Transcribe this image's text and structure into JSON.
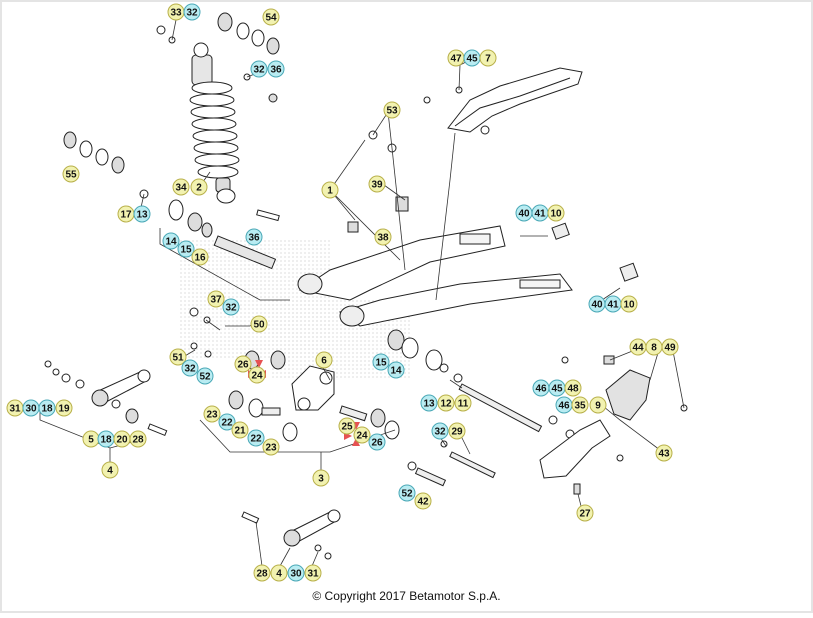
{
  "copyright": "© Copyright 2017 Betamotor S.p.A.",
  "colors": {
    "yellow_callout": "#f2f2b0",
    "cyan_callout": "#b9ecf2",
    "line": "#222222",
    "part_fill": "#ffffff",
    "part_shade": "#cfcfcf",
    "arrow_red": "#e65252"
  },
  "callouts": [
    {
      "label": "33",
      "style": "yellow"
    },
    {
      "label": "32",
      "style": "cyan"
    },
    {
      "label": "54",
      "style": "yellow"
    },
    {
      "label": "32",
      "style": "cyan"
    },
    {
      "label": "36",
      "style": "cyan"
    },
    {
      "label": "47",
      "style": "yellow"
    },
    {
      "label": "45",
      "style": "cyan"
    },
    {
      "label": "7",
      "style": "yellow"
    },
    {
      "label": "53",
      "style": "yellow"
    },
    {
      "label": "55",
      "style": "yellow"
    },
    {
      "label": "34",
      "style": "yellow"
    },
    {
      "label": "2",
      "style": "yellow"
    },
    {
      "label": "1",
      "style": "yellow"
    },
    {
      "label": "39",
      "style": "yellow"
    },
    {
      "label": "17",
      "style": "yellow"
    },
    {
      "label": "13",
      "style": "cyan"
    },
    {
      "label": "40",
      "style": "cyan"
    },
    {
      "label": "41",
      "style": "cyan"
    },
    {
      "label": "10",
      "style": "yellow"
    },
    {
      "label": "14",
      "style": "cyan"
    },
    {
      "label": "15",
      "style": "cyan"
    },
    {
      "label": "16",
      "style": "yellow"
    },
    {
      "label": "36",
      "style": "cyan"
    },
    {
      "label": "38",
      "style": "yellow"
    },
    {
      "label": "40",
      "style": "cyan"
    },
    {
      "label": "41",
      "style": "cyan"
    },
    {
      "label": "10",
      "style": "yellow"
    },
    {
      "label": "37",
      "style": "yellow"
    },
    {
      "label": "32",
      "style": "cyan"
    },
    {
      "label": "50",
      "style": "yellow"
    },
    {
      "label": "51",
      "style": "yellow"
    },
    {
      "label": "32",
      "style": "cyan"
    },
    {
      "label": "52",
      "style": "cyan"
    },
    {
      "label": "26",
      "style": "yellow"
    },
    {
      "label": "24",
      "style": "yellow"
    },
    {
      "label": "6",
      "style": "yellow"
    },
    {
      "label": "15",
      "style": "cyan"
    },
    {
      "label": "14",
      "style": "cyan"
    },
    {
      "label": "44",
      "style": "yellow"
    },
    {
      "label": "8",
      "style": "yellow"
    },
    {
      "label": "49",
      "style": "yellow"
    },
    {
      "label": "46",
      "style": "cyan"
    },
    {
      "label": "45",
      "style": "cyan"
    },
    {
      "label": "48",
      "style": "yellow"
    },
    {
      "label": "46",
      "style": "cyan"
    },
    {
      "label": "35",
      "style": "yellow"
    },
    {
      "label": "9",
      "style": "yellow"
    },
    {
      "label": "31",
      "style": "yellow"
    },
    {
      "label": "30",
      "style": "cyan"
    },
    {
      "label": "18",
      "style": "cyan"
    },
    {
      "label": "19",
      "style": "yellow"
    },
    {
      "label": "13",
      "style": "cyan"
    },
    {
      "label": "12",
      "style": "yellow"
    },
    {
      "label": "11",
      "style": "yellow"
    },
    {
      "label": "23",
      "style": "yellow"
    },
    {
      "label": "22",
      "style": "cyan"
    },
    {
      "label": "21",
      "style": "yellow"
    },
    {
      "label": "22",
      "style": "cyan"
    },
    {
      "label": "23",
      "style": "yellow"
    },
    {
      "label": "25",
      "style": "yellow"
    },
    {
      "label": "24",
      "style": "yellow"
    },
    {
      "label": "26",
      "style": "cyan"
    },
    {
      "label": "5",
      "style": "yellow"
    },
    {
      "label": "18",
      "style": "cyan"
    },
    {
      "label": "20",
      "style": "yellow"
    },
    {
      "label": "28",
      "style": "yellow"
    },
    {
      "label": "32",
      "style": "cyan"
    },
    {
      "label": "29",
      "style": "yellow"
    },
    {
      "label": "43",
      "style": "yellow"
    },
    {
      "label": "4",
      "style": "yellow"
    },
    {
      "label": "3",
      "style": "yellow"
    },
    {
      "label": "52",
      "style": "cyan"
    },
    {
      "label": "42",
      "style": "yellow"
    },
    {
      "label": "27",
      "style": "yellow"
    },
    {
      "label": "28",
      "style": "yellow"
    },
    {
      "label": "4",
      "style": "yellow"
    },
    {
      "label": "30",
      "style": "cyan"
    },
    {
      "label": "31",
      "style": "yellow"
    }
  ]
}
